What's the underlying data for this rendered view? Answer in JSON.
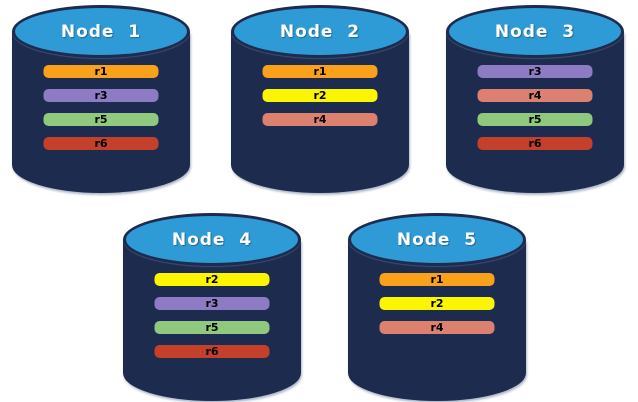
{
  "diagram": {
    "description": "Five database nodes shown as cylinders, each storing a subset of replicated rows r1 to r6"
  },
  "colors": {
    "background": "#FFFFFF",
    "cylinder_body": "#1C2B4E",
    "cylinder_top": "#2E9AD6",
    "title_text": "#FFFFFF",
    "row_text": "#000000"
  },
  "row_colors": {
    "r1": "#F9A11B",
    "r2": "#FBF501",
    "r3": "#8D7BC3",
    "r4": "#DC8170",
    "r5": "#8FC97D",
    "r6": "#C4402B"
  },
  "nodes": [
    {
      "label": "Node  1",
      "rows": [
        "r1",
        "r3",
        "r5",
        "r6"
      ]
    },
    {
      "label": "Node  2",
      "rows": [
        "r1",
        "r2",
        "r4"
      ]
    },
    {
      "label": "Node  3",
      "rows": [
        "r3",
        "r4",
        "r5",
        "r6"
      ]
    },
    {
      "label": "Node  4",
      "rows": [
        "r2",
        "r3",
        "r5",
        "r6"
      ]
    },
    {
      "label": "Node  5",
      "rows": [
        "r1",
        "r2",
        "r4"
      ]
    }
  ]
}
